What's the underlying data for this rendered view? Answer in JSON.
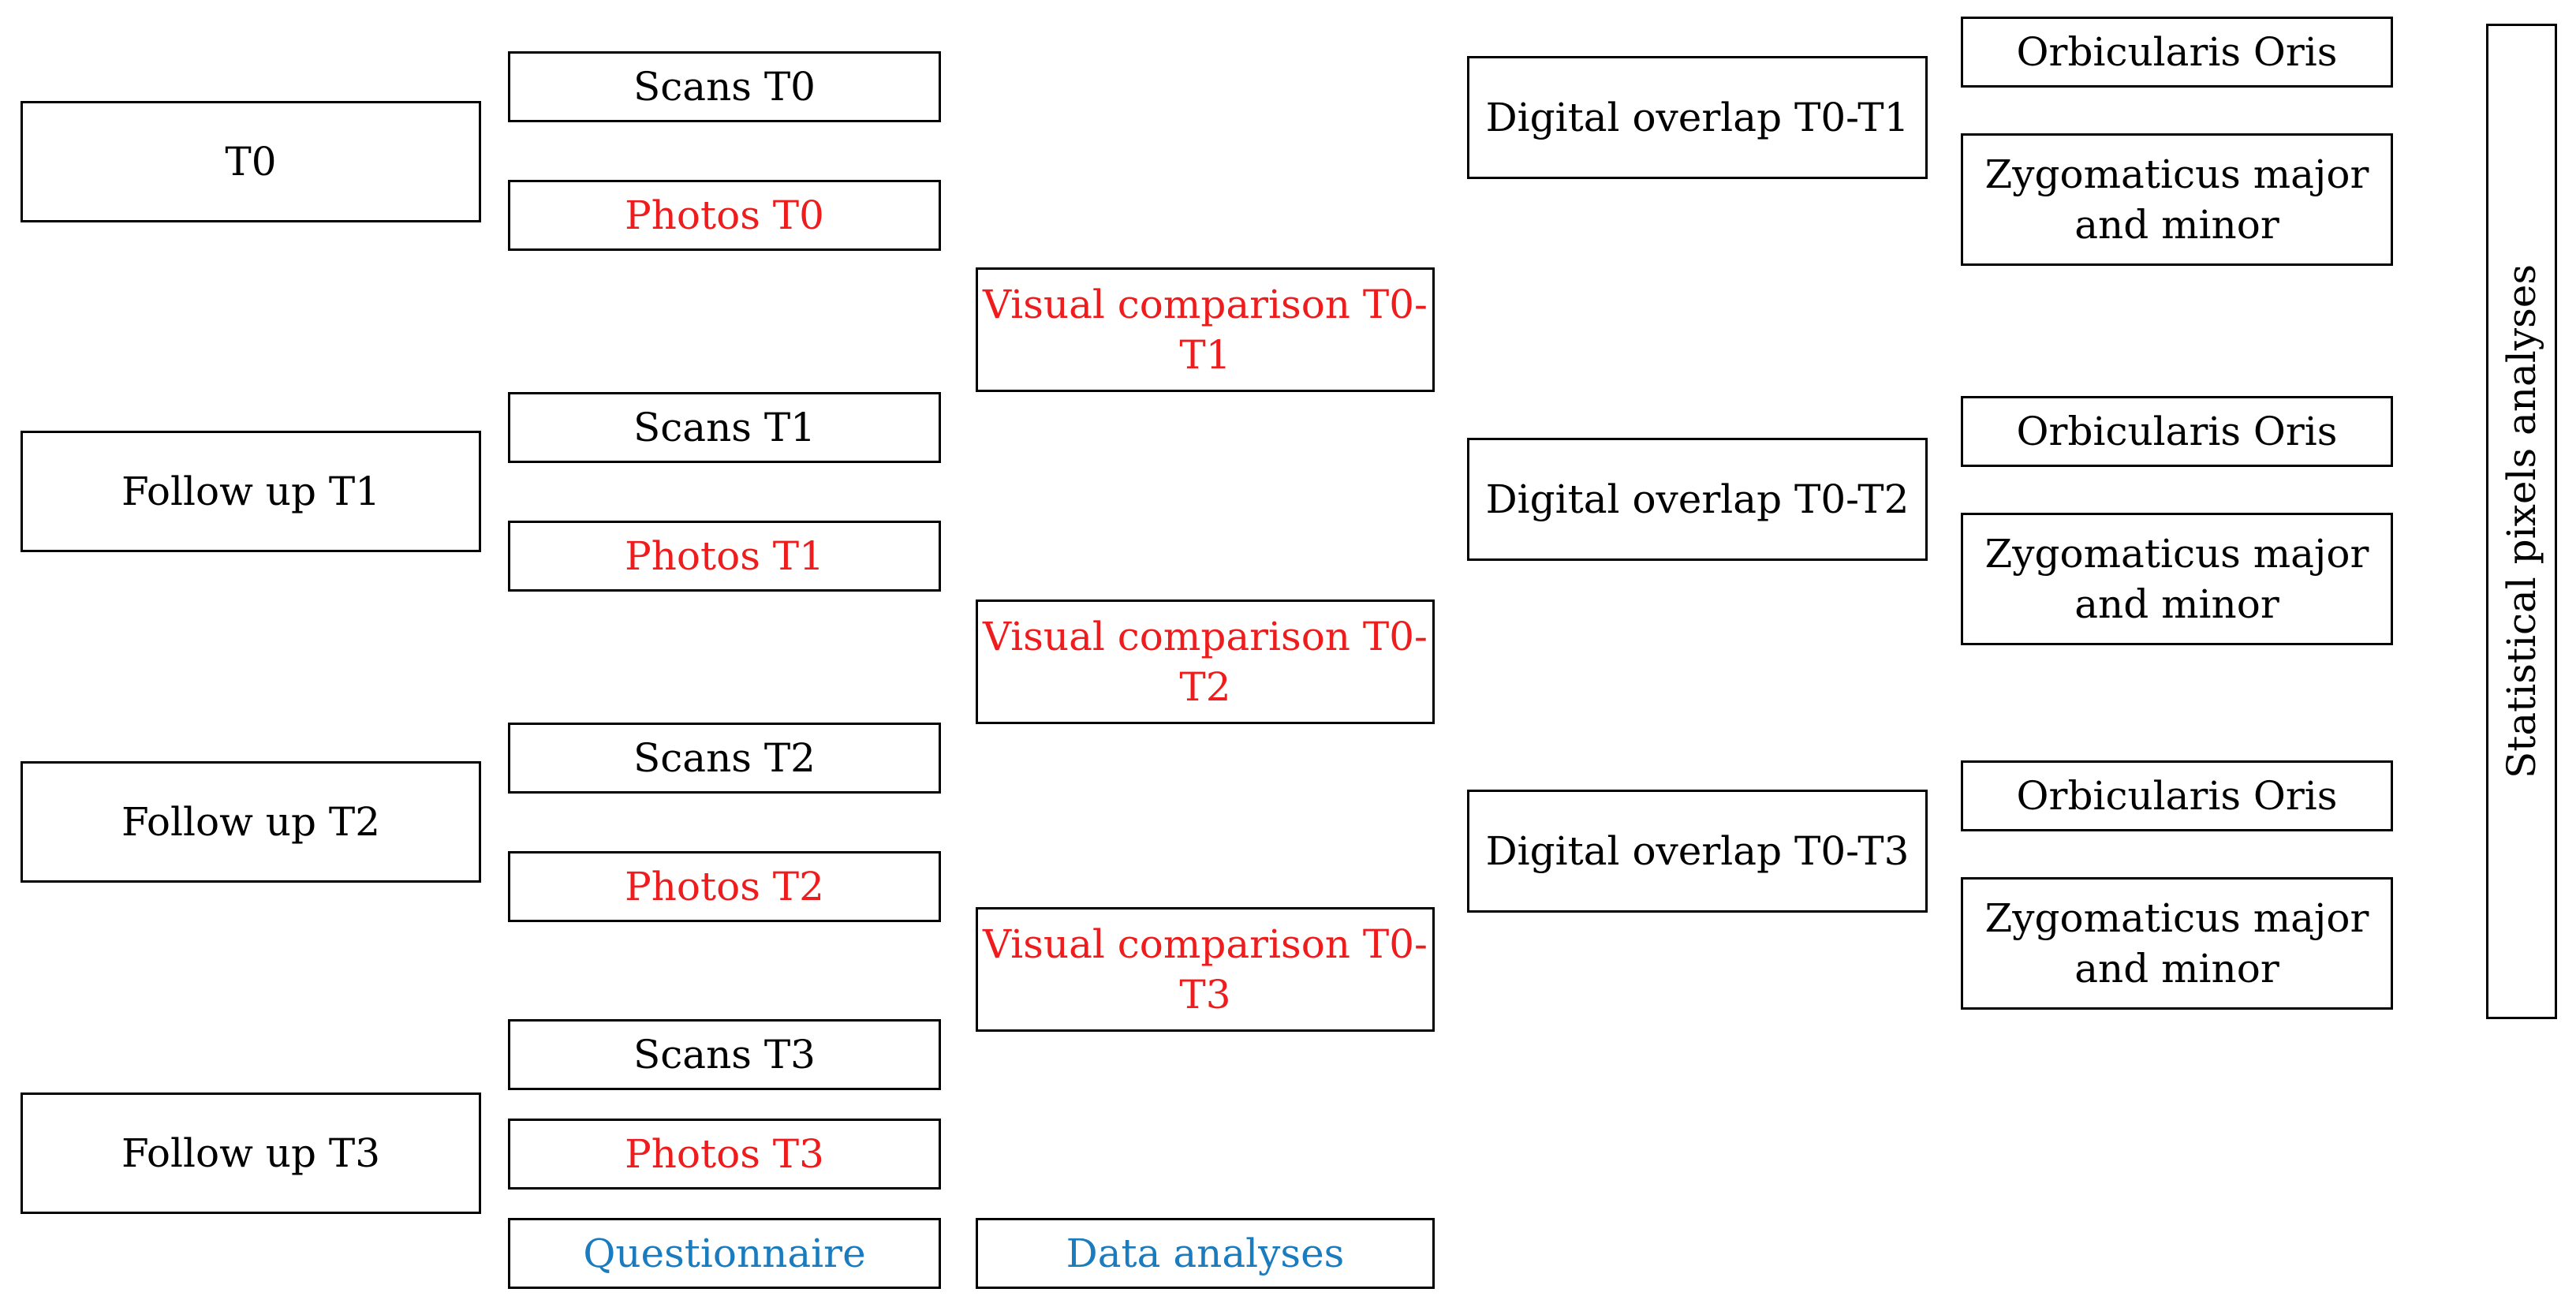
{
  "timepoints": [
    {
      "label": "T0"
    },
    {
      "label": "Follow up T1"
    },
    {
      "label": "Follow up T2"
    },
    {
      "label": "Follow up T3"
    }
  ],
  "acquisition": [
    {
      "label": "Scans T0",
      "color": "#000000"
    },
    {
      "label": "Photos T0",
      "color": "#ee1c1c"
    },
    {
      "label": "Scans T1",
      "color": "#000000"
    },
    {
      "label": "Photos T1",
      "color": "#ee1c1c"
    },
    {
      "label": "Scans T2",
      "color": "#000000"
    },
    {
      "label": "Photos T2",
      "color": "#ee1c1c"
    },
    {
      "label": "Scans T3",
      "color": "#000000"
    },
    {
      "label": "Photos T3",
      "color": "#ee1c1c"
    },
    {
      "label": "Questionnaire",
      "color": "#1a7bbf"
    }
  ],
  "comparisons": [
    {
      "label_line1": "Visual comparison T0-",
      "label_line2": "T1"
    },
    {
      "label_line1": "Visual comparison T0-",
      "label_line2": "T2"
    },
    {
      "label_line1": "Visual comparison T0-",
      "label_line2": "T3"
    }
  ],
  "data_analyses": {
    "label": "Data analyses"
  },
  "overlaps": [
    {
      "label": "Digital overlap T0-T1"
    },
    {
      "label": "Digital overlap T0-T2"
    },
    {
      "label": "Digital overlap T0-T3"
    }
  ],
  "muscles": [
    {
      "orbicularis": "Orbicularis Oris",
      "zygomaticus_line1": "Zygomaticus major",
      "zygomaticus_line2": "and minor"
    },
    {
      "orbicularis": "Orbicularis Oris",
      "zygomaticus_line1": "Zygomaticus major",
      "zygomaticus_line2": "and minor"
    },
    {
      "orbicularis": "Orbicularis Oris",
      "zygomaticus_line1": "Zygomaticus major",
      "zygomaticus_line2": "and minor"
    }
  ],
  "statistical": {
    "label": "Statistical pixels analyses"
  },
  "colors": {
    "red": "#ee1c1c",
    "blue": "#1a7bbf",
    "black": "#000000"
  }
}
